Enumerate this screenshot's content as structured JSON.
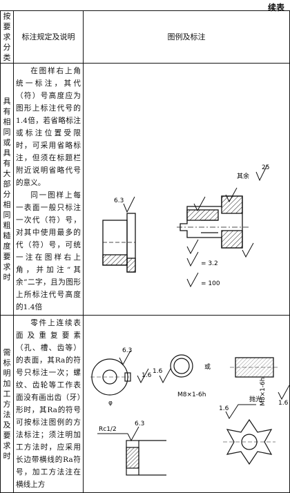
{
  "page": {
    "continued_label": "续表"
  },
  "table": {
    "headers": {
      "req": "按要求分类",
      "rule": "标注规定及说明",
      "figure": "图例及标注"
    },
    "rows": [
      {
        "category": "具有相同或具有大部分相同粗糙度要求时",
        "paragraphs": [
          "在图样右上角统一标注，其代（符）号高度应为图形上标注代号的1.4倍，若省略标注或标注位置受限时，可采用省略标注，但须在标题栏附近说明省略代号的意义。",
          "同一图样上每一表面一般只标注一次代（符）号，对其中使用最多的代（符）号，可统一注在图样右上角，并加注“其余”二字，且为图形上所标注代号高度的1.4倍"
        ],
        "fig_labels": {
          "left_value": "6.3",
          "rest_text": "其余",
          "rest_value": "25",
          "eq1": "= 3.2",
          "eq2": "= 100"
        }
      },
      {
        "category": "需标明加工方法及要求时",
        "paragraphs": [
          "零件上连续表面及重复要素（孔、槽、齿等）的表面，其Ra的符号只标注一次；螺纹、齿轮等工作表面没有画出齿（牙）形时，其Ra的符号可按标注图例的方法标注；须注明加工方法时，应采用长边带横线的Ra符号，加工方法注在横线上方"
        ],
        "fig_labels": {
          "v63": "6.3",
          "v16a": "1.6",
          "v16b": "1.6",
          "v16c": "1.6",
          "v16d": "1.6",
          "or_text": "或",
          "phi": "φ",
          "thread1": "M8×1-6h",
          "thread2": "M8×1-6h",
          "polish": "抛光",
          "rc_label": "Rc1/2",
          "v63b": "6.3"
        }
      }
    ]
  }
}
